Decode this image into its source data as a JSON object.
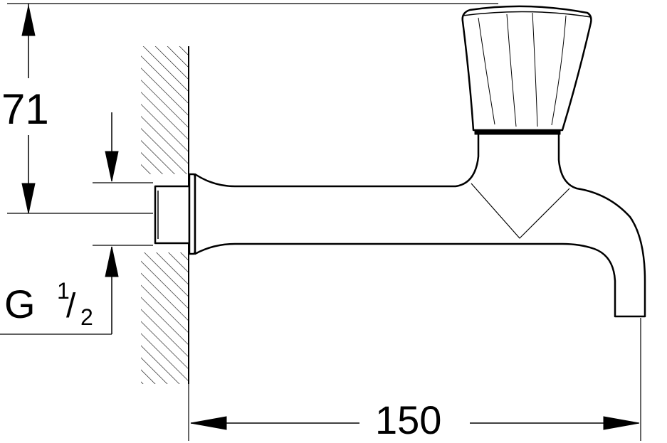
{
  "diagram": {
    "dimension_height": "71",
    "dimension_width": "150",
    "thread_letter": "G",
    "thread_numerator": "1",
    "thread_slash": "/",
    "thread_denominator": "2",
    "line_color": "#000000",
    "background": "#ffffff"
  }
}
